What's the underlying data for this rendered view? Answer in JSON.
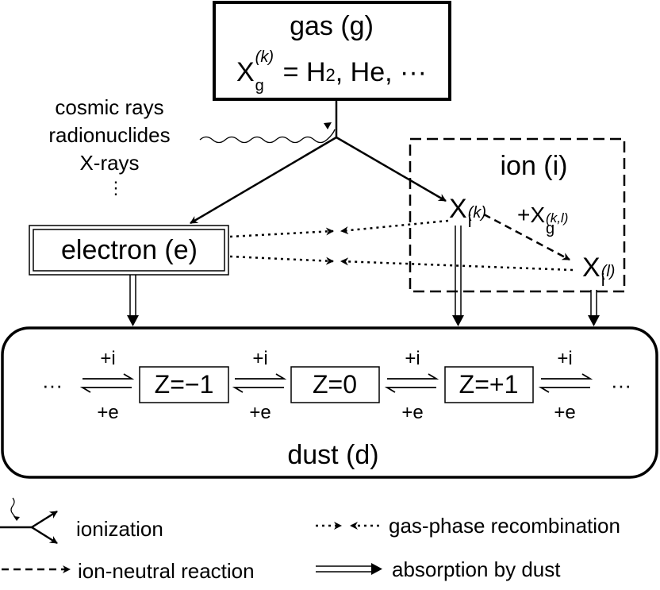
{
  "gas": {
    "title": "gas (g)",
    "species_symbol": "X",
    "species_sub": "g",
    "species_sup": "(k)",
    "species_rest": "= H",
    "h2_sub": "2",
    "species_tail": ", He, ···"
  },
  "sources": [
    "cosmic rays",
    "radionuclides",
    "X-rays",
    "⋮"
  ],
  "ion": {
    "title": "ion (i)",
    "xk_sup": "(k)",
    "xl_sup": "(l)",
    "sub": "i",
    "symbol": "X",
    "reactant_prefix": "+X",
    "reactant_sub": "g",
    "reactant_sup": "(k,l)"
  },
  "electron": {
    "title": "electron (e)"
  },
  "dust": {
    "title": "dust (d)",
    "ellipsis": "···",
    "charge_states": [
      "Z=−1",
      "Z=0",
      "Z=+1"
    ],
    "plus_i": "+i",
    "plus_e": "+e"
  },
  "legend": {
    "ionization": "ionization",
    "recombination": "gas-phase recombination",
    "ion_neutral": "ion-neutral reaction",
    "absorption": "absorption by dust"
  }
}
